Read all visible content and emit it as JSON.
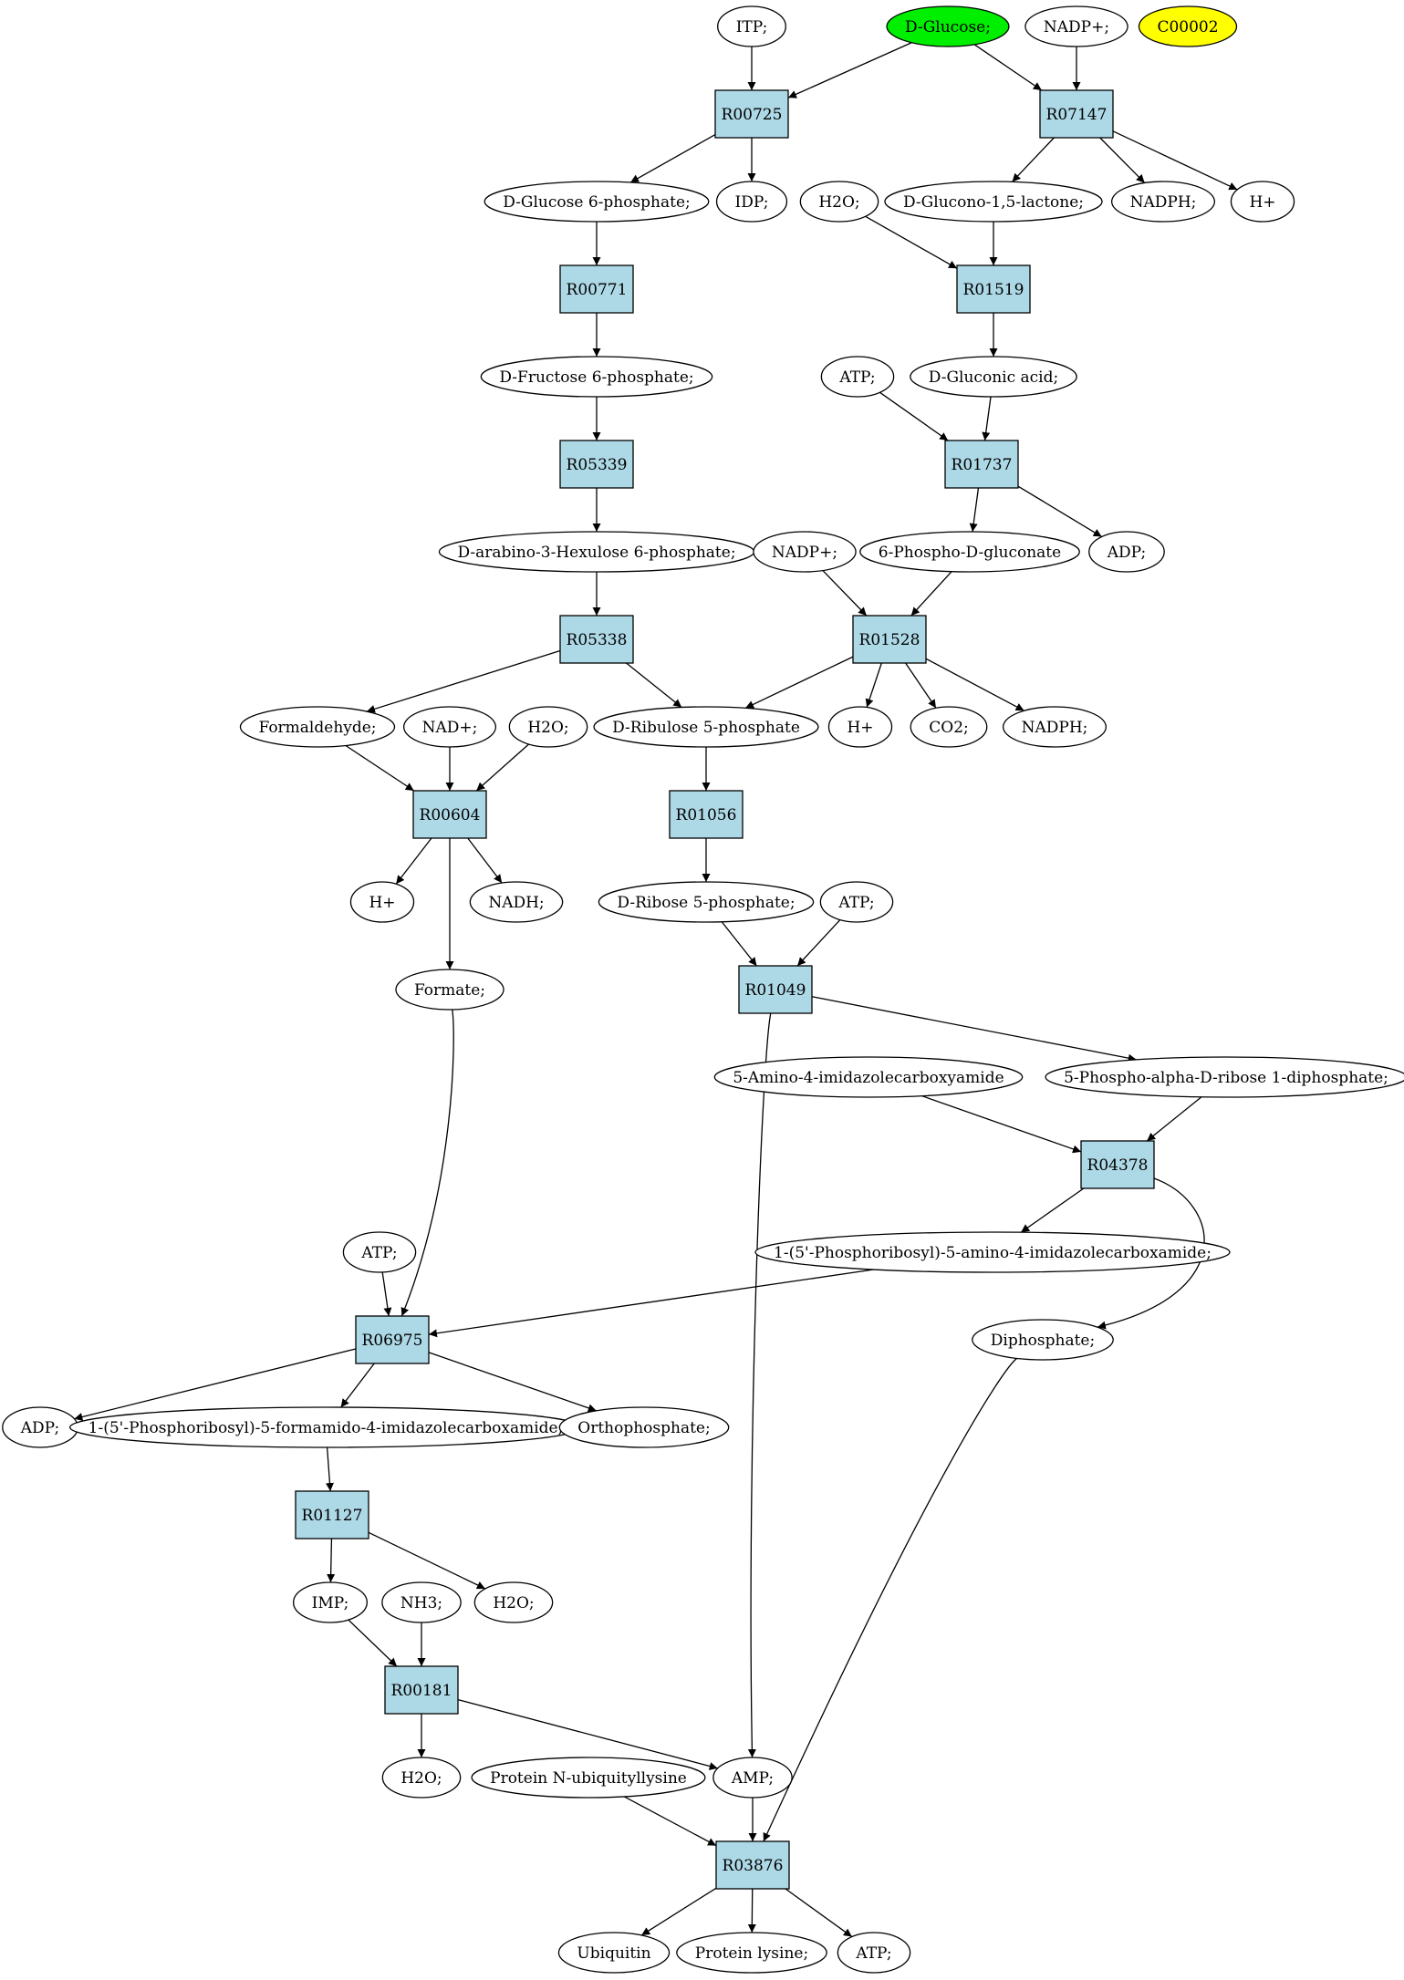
{
  "colors": {
    "reaction_fill": "#add8e6",
    "compound_fill": "#ffffff",
    "start_fill": "#00ee00",
    "highlight_fill": "#ffff00",
    "stroke": "#000000"
  },
  "nodes": [
    {
      "id": "ITP",
      "label": "ITP;",
      "kind": "compound"
    },
    {
      "id": "DGlucose",
      "label": "D-Glucose;",
      "kind": "start"
    },
    {
      "id": "NADPplus1",
      "label": "NADP+;",
      "kind": "compound"
    },
    {
      "id": "C00002",
      "label": "C00002",
      "kind": "highlight"
    },
    {
      "id": "R00725",
      "label": "R00725",
      "kind": "reaction"
    },
    {
      "id": "R07147",
      "label": "R07147",
      "kind": "reaction"
    },
    {
      "id": "G6P",
      "label": "D-Glucose 6-phosphate;",
      "kind": "compound"
    },
    {
      "id": "IDP",
      "label": "IDP;",
      "kind": "compound"
    },
    {
      "id": "H2O_1",
      "label": "H2O;",
      "kind": "compound"
    },
    {
      "id": "Glucono",
      "label": "D-Glucono-1,5-lactone;",
      "kind": "compound"
    },
    {
      "id": "NADPH_1",
      "label": "NADPH;",
      "kind": "compound"
    },
    {
      "id": "Hplus_1",
      "label": "H+",
      "kind": "compound"
    },
    {
      "id": "R00771",
      "label": "R00771",
      "kind": "reaction"
    },
    {
      "id": "R01519",
      "label": "R01519",
      "kind": "reaction"
    },
    {
      "id": "F6P",
      "label": "D-Fructose 6-phosphate;",
      "kind": "compound"
    },
    {
      "id": "ATP_1",
      "label": "ATP;",
      "kind": "compound"
    },
    {
      "id": "Gluconic",
      "label": "D-Gluconic acid;",
      "kind": "compound"
    },
    {
      "id": "R05339",
      "label": "R05339",
      "kind": "reaction"
    },
    {
      "id": "R01737",
      "label": "R01737",
      "kind": "reaction"
    },
    {
      "id": "Hexulose",
      "label": "D-arabino-3-Hexulose 6-phosphate;",
      "kind": "compound"
    },
    {
      "id": "NADPplus2",
      "label": "NADP+;",
      "kind": "compound"
    },
    {
      "id": "PGluconate",
      "label": "6-Phospho-D-gluconate",
      "kind": "compound"
    },
    {
      "id": "ADP_1",
      "label": "ADP;",
      "kind": "compound"
    },
    {
      "id": "R05338",
      "label": "R05338",
      "kind": "reaction"
    },
    {
      "id": "R01528",
      "label": "R01528",
      "kind": "reaction"
    },
    {
      "id": "Formaldehyde",
      "label": "Formaldehyde;",
      "kind": "compound"
    },
    {
      "id": "NADplus",
      "label": "NAD+;",
      "kind": "compound"
    },
    {
      "id": "H2O_2",
      "label": "H2O;",
      "kind": "compound"
    },
    {
      "id": "Ru5P",
      "label": "D-Ribulose 5-phosphate",
      "kind": "compound"
    },
    {
      "id": "Hplus_2",
      "label": "H+",
      "kind": "compound"
    },
    {
      "id": "CO2",
      "label": "CO2;",
      "kind": "compound"
    },
    {
      "id": "NADPH_2",
      "label": "NADPH;",
      "kind": "compound"
    },
    {
      "id": "R00604",
      "label": "R00604",
      "kind": "reaction"
    },
    {
      "id": "R01056",
      "label": "R01056",
      "kind": "reaction"
    },
    {
      "id": "Hplus_3",
      "label": "H+",
      "kind": "compound"
    },
    {
      "id": "NADH",
      "label": "NADH;",
      "kind": "compound"
    },
    {
      "id": "R5P",
      "label": "D-Ribose 5-phosphate;",
      "kind": "compound"
    },
    {
      "id": "ATP_2",
      "label": "ATP;",
      "kind": "compound"
    },
    {
      "id": "Formate",
      "label": "Formate;",
      "kind": "compound"
    },
    {
      "id": "R01049",
      "label": "R01049",
      "kind": "reaction"
    },
    {
      "id": "AICA",
      "label": "5-Amino-4-imidazolecarboxyamide",
      "kind": "compound"
    },
    {
      "id": "PRPP",
      "label": "5-Phospho-alpha-D-ribose 1-diphosphate;",
      "kind": "compound"
    },
    {
      "id": "R04378",
      "label": "R04378",
      "kind": "reaction"
    },
    {
      "id": "ATP_3",
      "label": "ATP;",
      "kind": "compound"
    },
    {
      "id": "AICAR",
      "label": "1-(5'-Phosphoribosyl)-5-amino-4-imidazolecarboxamide;",
      "kind": "compound"
    },
    {
      "id": "R06975",
      "label": "R06975",
      "kind": "reaction"
    },
    {
      "id": "Diphosphate",
      "label": "Diphosphate;",
      "kind": "compound"
    },
    {
      "id": "ADP_2",
      "label": "ADP;",
      "kind": "compound"
    },
    {
      "id": "FAICAR",
      "label": "1-(5'-Phosphoribosyl)-5-formamido-4-imidazolecarboxamide;",
      "kind": "compound"
    },
    {
      "id": "Ortho",
      "label": "Orthophosphate;",
      "kind": "compound"
    },
    {
      "id": "R01127",
      "label": "R01127",
      "kind": "reaction"
    },
    {
      "id": "IMP",
      "label": "IMP;",
      "kind": "compound"
    },
    {
      "id": "NH3",
      "label": "NH3;",
      "kind": "compound"
    },
    {
      "id": "H2O_3",
      "label": "H2O;",
      "kind": "compound"
    },
    {
      "id": "R00181",
      "label": "R00181",
      "kind": "reaction"
    },
    {
      "id": "H2O_4",
      "label": "H2O;",
      "kind": "compound"
    },
    {
      "id": "ProtNUbq",
      "label": "Protein N-ubiquityllysine",
      "kind": "compound"
    },
    {
      "id": "AMP",
      "label": "AMP;",
      "kind": "compound"
    },
    {
      "id": "R03876",
      "label": "R03876",
      "kind": "reaction"
    },
    {
      "id": "Ubiquitin",
      "label": "Ubiquitin",
      "kind": "compound"
    },
    {
      "id": "ProtLys",
      "label": "Protein lysine;",
      "kind": "compound"
    },
    {
      "id": "ATP_4",
      "label": "ATP;",
      "kind": "compound"
    }
  ],
  "edges": [
    [
      "ITP",
      "R00725"
    ],
    [
      "DGlucose",
      "R00725"
    ],
    [
      "DGlucose",
      "R07147"
    ],
    [
      "NADPplus1",
      "R07147"
    ],
    [
      "R00725",
      "G6P"
    ],
    [
      "R00725",
      "IDP"
    ],
    [
      "R07147",
      "Glucono"
    ],
    [
      "R07147",
      "NADPH_1"
    ],
    [
      "R07147",
      "Hplus_1"
    ],
    [
      "G6P",
      "R00771"
    ],
    [
      "H2O_1",
      "R01519"
    ],
    [
      "Glucono",
      "R01519"
    ],
    [
      "R00771",
      "F6P"
    ],
    [
      "R01519",
      "Gluconic"
    ],
    [
      "F6P",
      "R05339"
    ],
    [
      "ATP_1",
      "R01737"
    ],
    [
      "Gluconic",
      "R01737"
    ],
    [
      "R05339",
      "Hexulose"
    ],
    [
      "R01737",
      "PGluconate"
    ],
    [
      "R01737",
      "ADP_1"
    ],
    [
      "Hexulose",
      "R05338"
    ],
    [
      "NADPplus2",
      "R01528"
    ],
    [
      "PGluconate",
      "R01528"
    ],
    [
      "R05338",
      "Formaldehyde"
    ],
    [
      "R05338",
      "Ru5P"
    ],
    [
      "R01528",
      "Ru5P"
    ],
    [
      "R01528",
      "Hplus_2"
    ],
    [
      "R01528",
      "CO2"
    ],
    [
      "R01528",
      "NADPH_2"
    ],
    [
      "Formaldehyde",
      "R00604"
    ],
    [
      "NADplus",
      "R00604"
    ],
    [
      "H2O_2",
      "R00604"
    ],
    [
      "Ru5P",
      "R01056"
    ],
    [
      "R00604",
      "Hplus_3"
    ],
    [
      "R00604",
      "NADH"
    ],
    [
      "R00604",
      "Formate"
    ],
    [
      "R01056",
      "R5P"
    ],
    [
      "R5P",
      "R01049"
    ],
    [
      "ATP_2",
      "R01049"
    ],
    [
      "R01049",
      "PRPP"
    ],
    [
      "R01049",
      "AMP"
    ],
    [
      "AICA",
      "R04378"
    ],
    [
      "PRPP",
      "R04378"
    ],
    [
      "R04378",
      "AICAR"
    ],
    [
      "R04378",
      "Diphosphate"
    ],
    [
      "ATP_3",
      "R06975"
    ],
    [
      "Formate",
      "R06975"
    ],
    [
      "AICAR",
      "R06975"
    ],
    [
      "R06975",
      "ADP_2"
    ],
    [
      "R06975",
      "FAICAR"
    ],
    [
      "R06975",
      "Ortho"
    ],
    [
      "FAICAR",
      "R01127"
    ],
    [
      "R01127",
      "IMP"
    ],
    [
      "R01127",
      "H2O_3"
    ],
    [
      "IMP",
      "R00181"
    ],
    [
      "NH3",
      "R00181"
    ],
    [
      "R00181",
      "H2O_4"
    ],
    [
      "R00181",
      "AMP"
    ],
    [
      "ProtNUbq",
      "R03876"
    ],
    [
      "AMP",
      "R03876"
    ],
    [
      "Diphosphate",
      "R03876"
    ],
    [
      "R03876",
      "Ubiquitin"
    ],
    [
      "R03876",
      "ProtLys"
    ],
    [
      "R03876",
      "ATP_4"
    ]
  ]
}
